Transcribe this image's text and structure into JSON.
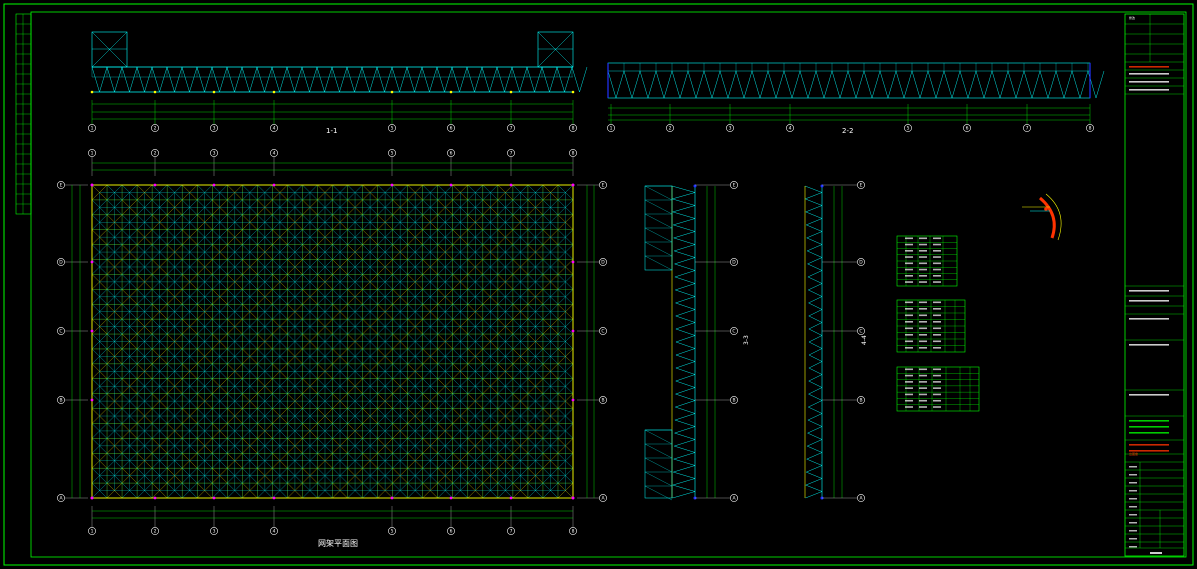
{
  "drawing": {
    "colors": {
      "background": "#000000",
      "frame": "#00ff00",
      "member_cyan": "#00ffff",
      "member_green": "#66ff33",
      "member_yellow": "#ffff00",
      "member_blue": "#2233ff",
      "accent_red": "#ff3300",
      "accent_magenta": "#ff00ff",
      "text": "#ffffff"
    },
    "section_1_title": "1-1",
    "section_2_title": "2-2",
    "plan_title": "网架平面图",
    "grid_columns": [
      "1",
      "2",
      "3",
      "4",
      "5",
      "6",
      "7",
      "8"
    ],
    "grid_rows": [
      "E",
      "D",
      "C",
      "B",
      "A"
    ],
    "side_labels": [
      "3-3",
      "4-4"
    ]
  },
  "title_block": {
    "revision_label": "修改",
    "stamp_label": "出图章"
  }
}
